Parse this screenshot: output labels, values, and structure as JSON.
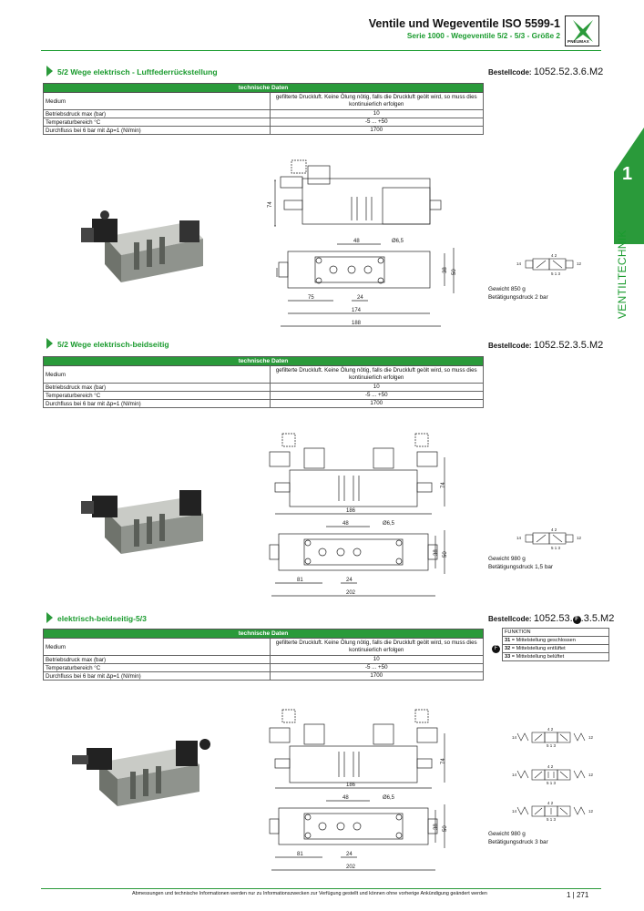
{
  "header": {
    "title": "Ventile und Wegeventile ISO 5599-1",
    "subtitle": "Serie 1000 - Wegeventile 5/2 - 5/3 - Größe 2",
    "logo_text": "PNEUMAX"
  },
  "side_tab": {
    "number": "1",
    "label": "VENTILTECHNIK"
  },
  "sections": [
    {
      "title": "5/2 Wege elektrisch - Luftfederrückstellung",
      "code_label": "Bestellcode:",
      "code_value": "1052.52.3.6.M2",
      "table_header": "technische Daten",
      "rows": [
        {
          "k": "Medium",
          "v": "gefilterte Druckluft. Keine Ölung nötig, falls die Druckluft geölt wird, so muss dies kontinuierlich erfolgen"
        },
        {
          "k": "Betriebsdruck max (bar)",
          "v": "10"
        },
        {
          "k": "Temperaturbereich °C",
          "v": "-5 ... +50"
        },
        {
          "k": "Durchfluss bei 6 bar mit Δp=1 (Nl/min)",
          "v": "1700"
        }
      ],
      "dims": {
        "h": "74",
        "a": "48",
        "hole": "Ø6,5",
        "b": "38",
        "c": "50",
        "d": "75",
        "e": "24",
        "f": "174",
        "g": "188"
      },
      "symbol": {
        "top": "4 2",
        "bottom": "5 1 3",
        "left": "14",
        "right": "12"
      },
      "weight": "Gewicht 850 g",
      "pressure": "Betätigungsdruck 2 bar"
    },
    {
      "title": "5/2 Wege elektrisch-beidseitig",
      "code_label": "Bestellcode:",
      "code_value": "1052.52.3.5.M2",
      "table_header": "technische Daten",
      "rows": [
        {
          "k": "Medium",
          "v": "gefilterte Druckluft. Keine Ölung nötig, falls die Druckluft geölt wird, so muss dies kontinuierlich erfolgen"
        },
        {
          "k": "Betriebsdruck max (bar)",
          "v": "10"
        },
        {
          "k": "Temperaturbereich °C",
          "v": "-5 ... +50"
        },
        {
          "k": "Durchfluss bei 6 bar mit Δp=1 (Nl/min)",
          "v": "1700"
        }
      ],
      "dims": {
        "h": "74",
        "a": "48",
        "hole": "Ø6,5",
        "b": "38",
        "c": "50",
        "d": "81",
        "e": "24",
        "f": "186",
        "g": "202"
      },
      "symbol": {
        "top": "4 2",
        "bottom": "5 1 3",
        "left": "14",
        "right": "12"
      },
      "weight": "Gewicht 980 g",
      "pressure": "Betätigungsdruck 1,5 bar"
    },
    {
      "title": "elektrisch-beidseitig-5/3",
      "code_label": "Bestellcode:",
      "code_value_a": "1052.53.",
      "code_circle": "F",
      "code_value_b": ".3.5.M2",
      "table_header": "technische Daten",
      "rows": [
        {
          "k": "Medium",
          "v": "gefilterte Druckluft. Keine Ölung nötig, falls die Druckluft geölt wird, so muss dies kontinuierlich erfolgen"
        },
        {
          "k": "Betriebsdruck max (bar)",
          "v": "10"
        },
        {
          "k": "Temperaturbereich °C",
          "v": "-5 ... +50"
        },
        {
          "k": "Durchfluss bei 6 bar mit Δp=1 (Nl/min)",
          "v": "1700"
        }
      ],
      "funktion": {
        "header": "FUNKTION",
        "circle": "F",
        "items": [
          {
            "num": "31",
            "text": " = Mittelstellung geschlossen"
          },
          {
            "num": "32",
            "text": " = Mittelstellung entlüftet"
          },
          {
            "num": "33",
            "text": " = Mittelstellung belüftet"
          }
        ]
      },
      "dims": {
        "h": "74",
        "a": "48",
        "hole": "Ø6,5",
        "b": "38",
        "c": "50",
        "d": "81",
        "e": "24",
        "f": "186",
        "g": "202"
      },
      "symbol": {
        "top": "4 2",
        "bottom": "5 1 3",
        "left": "14",
        "right": "12"
      },
      "weight": "Gewicht 980 g",
      "pressure": "Betätigungsdruck 3 bar"
    }
  ],
  "footer": {
    "note": "Abmessungen und technische Informationen werden nur zu Informationszwecken zur Verfügung gestellt und können ohne vorherige Ankündigung geändert werden",
    "chapter": "1",
    "page": "271"
  },
  "colors": {
    "green": "#2a9a3a",
    "green_text": "#1a9b2e"
  }
}
